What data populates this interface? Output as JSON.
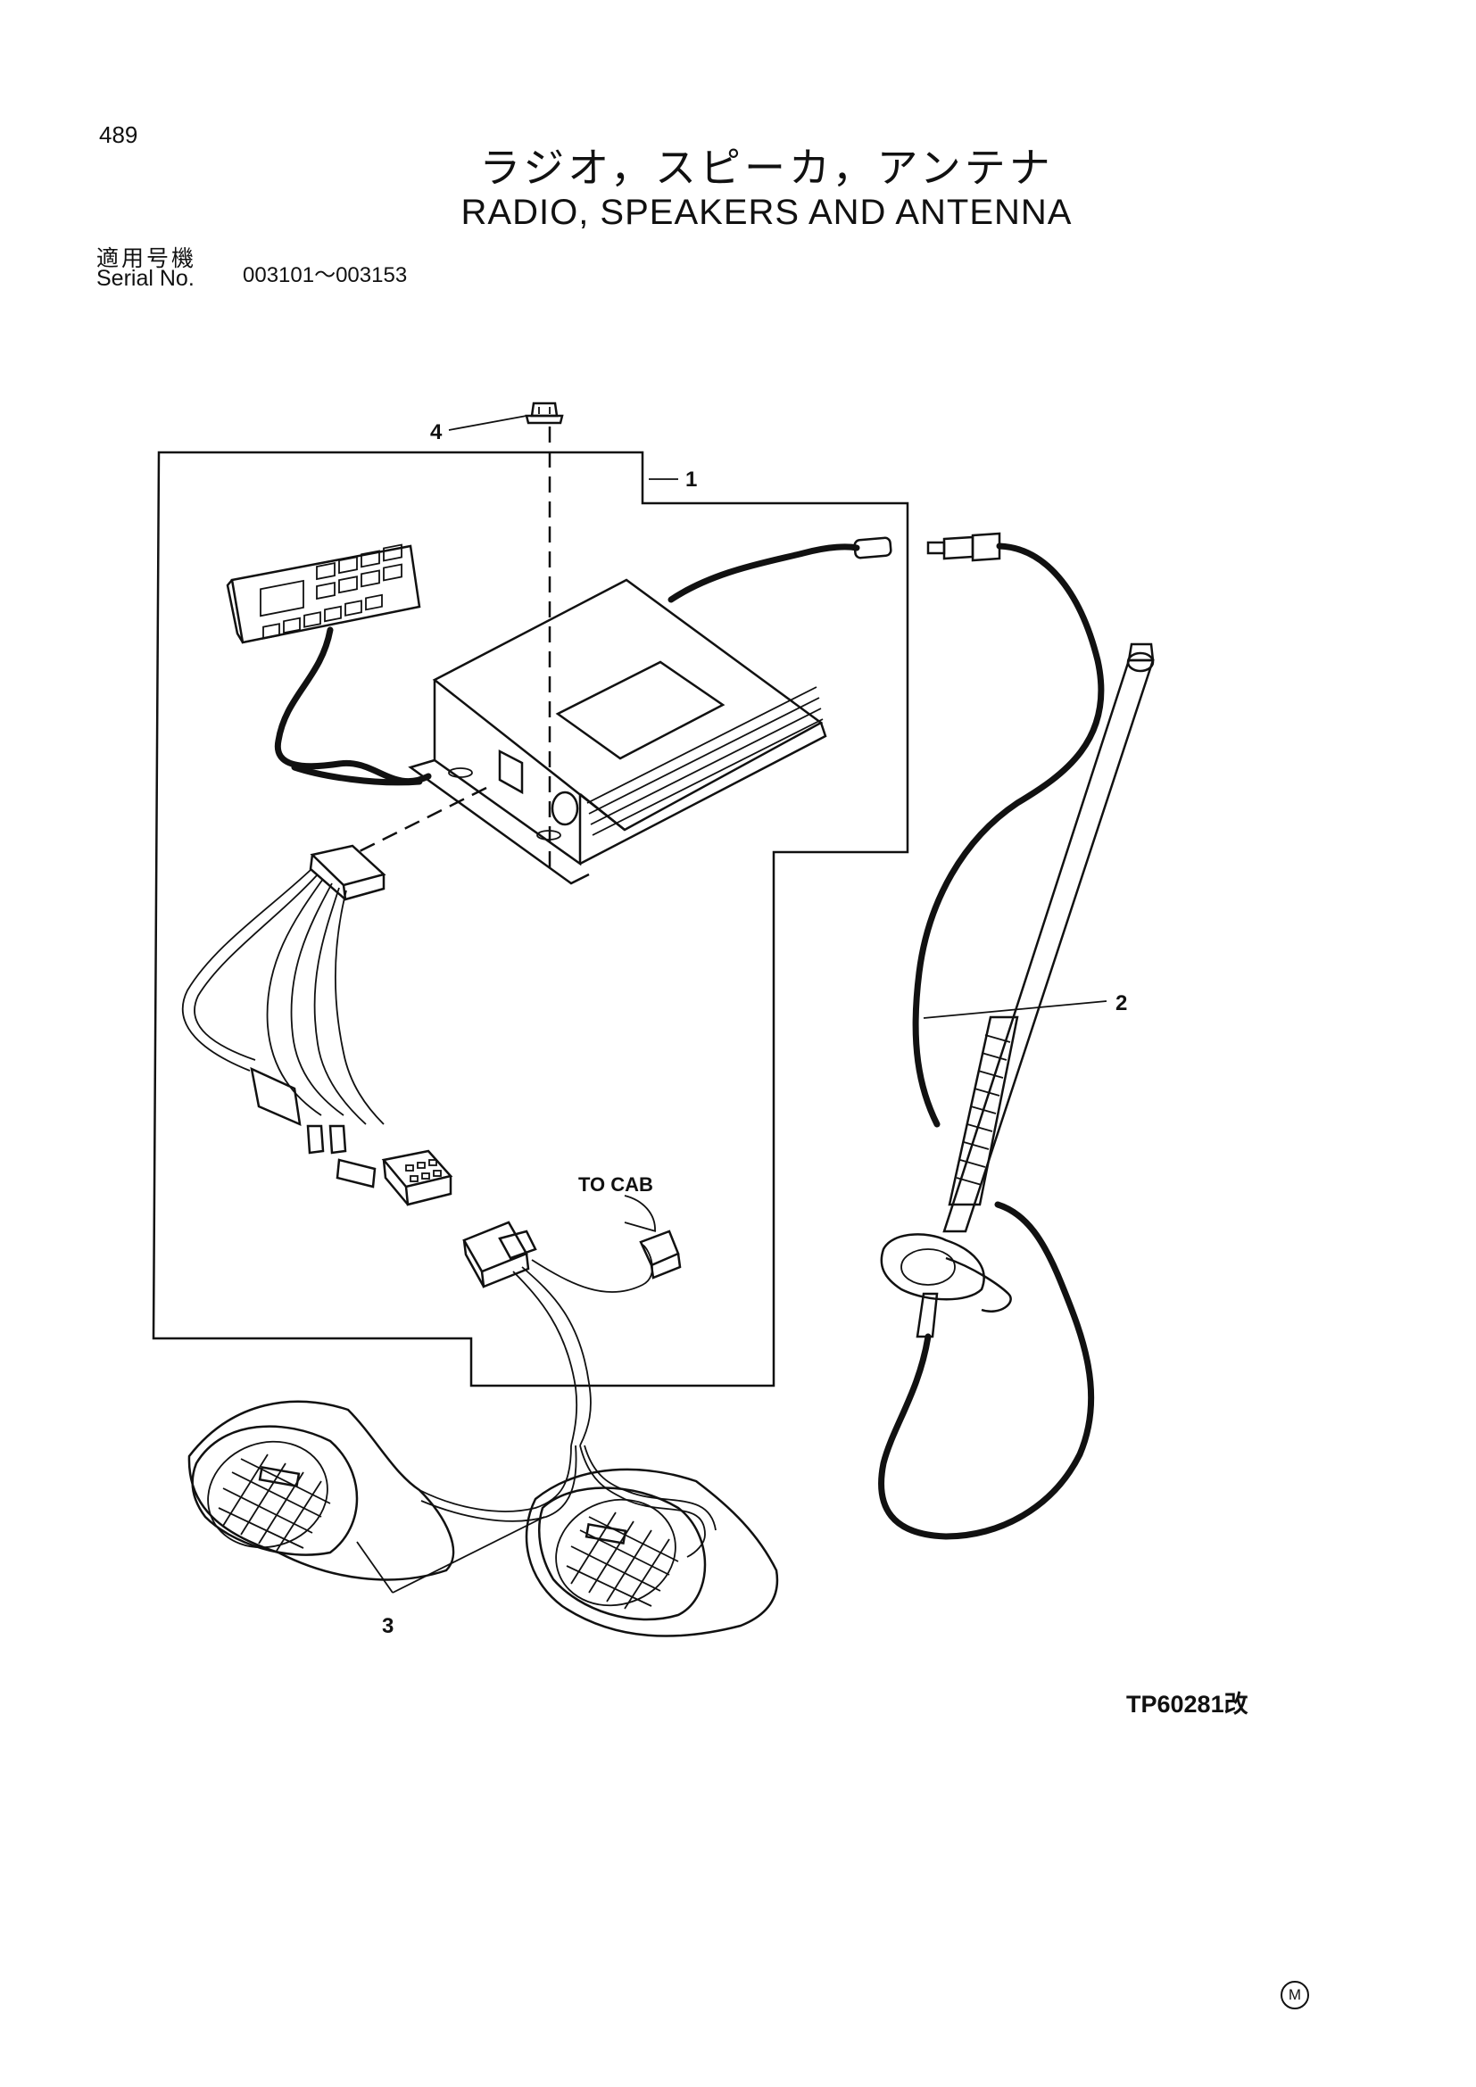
{
  "page_number": "489",
  "title_jp": "ラジオ，スピーカ，アンテナ",
  "title_en": "RADIO, SPEAKERS AND ANTENNA",
  "serial": {
    "label_jp": "適用号機",
    "label_en": "Serial No.",
    "range": "003101～003153"
  },
  "callouts": [
    "1",
    "2",
    "3",
    "4"
  ],
  "annotation_to_cab": "TO CAB",
  "figure_code": "TP60281改",
  "mark_symbol": "M"
}
